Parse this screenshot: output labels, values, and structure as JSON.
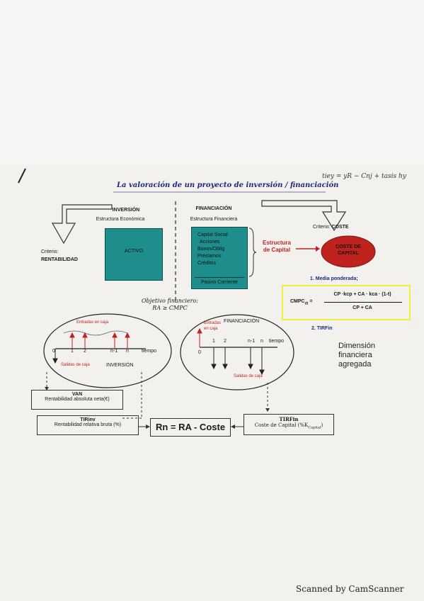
{
  "title": "La valoración de un proyecto de inversión / financiación",
  "handnote": "tiey = yR − Cnj + tasis hy",
  "inversion": {
    "title": "INVERSIÓN",
    "subtitle": "Estructura Económica"
  },
  "financiacion": {
    "title": "FINANCIACIÓN",
    "subtitle": "Estructura Financiera"
  },
  "criterio_left": {
    "label": "Criterio:",
    "value": "RENTABILIDAD"
  },
  "criterio_right": {
    "label": "Criterio:",
    "value": "COSTE"
  },
  "activo": "ACTIVO",
  "pasivo_items": [
    "Capital Social",
    "Acciones",
    "Bonos/Oblig",
    "Préstamos",
    "Créditos"
  ],
  "pasivo_corriente": "Pasivo Corriente",
  "estructura_capital": [
    "Estructura",
    "de Capital"
  ],
  "coste_capital": [
    "COSTE DE",
    "CAPITAL"
  ],
  "media_ponderada": "1. Media ponderada;",
  "formula": {
    "lhs": "CMPC",
    "lhs_sub": "dt",
    "num": "CP ·kcp + CA · kca · (1-t)",
    "den": "CP + CA"
  },
  "tirfin_item": "2. TIRFin",
  "dimension": [
    "Dimensión",
    "financiera",
    "agregada"
  ],
  "objetivo": [
    "Objetivo financiero:",
    "RA ≥ CMPC"
  ],
  "left_ellipse": {
    "entradas": "Entradas en caja",
    "ticks": [
      "0",
      "1",
      "2",
      "n-1",
      "n"
    ],
    "tiempo": "tiempo",
    "salidas": "Salidas de caja",
    "label": "INVERSIÓN"
  },
  "right_ellipse": {
    "entradas": [
      "Entradas",
      "en caja"
    ],
    "label": "FINANCIACIÓN",
    "ticks": [
      "0",
      "1",
      "2",
      "n-1",
      "n"
    ],
    "tiempo": "tiempo",
    "salidas": "Salidas de caja"
  },
  "van": {
    "title": "VAN",
    "desc": "Rentabilidad absoluta neta(€)"
  },
  "tirinv": {
    "title": "TIRinv",
    "desc": "Rentabilidad relativa bruta (%)"
  },
  "rn": "Rn = RA - Coste",
  "tirfin_box": {
    "title": "TIRFin",
    "desc": "Coste de Capital (%K",
    "sub": "Capital",
    "close": ")"
  },
  "footer": "Scanned by CamScanner",
  "colors": {
    "teal": "#1e8e8c",
    "red": "#c0231e",
    "yellow": "#f4ec3c"
  }
}
